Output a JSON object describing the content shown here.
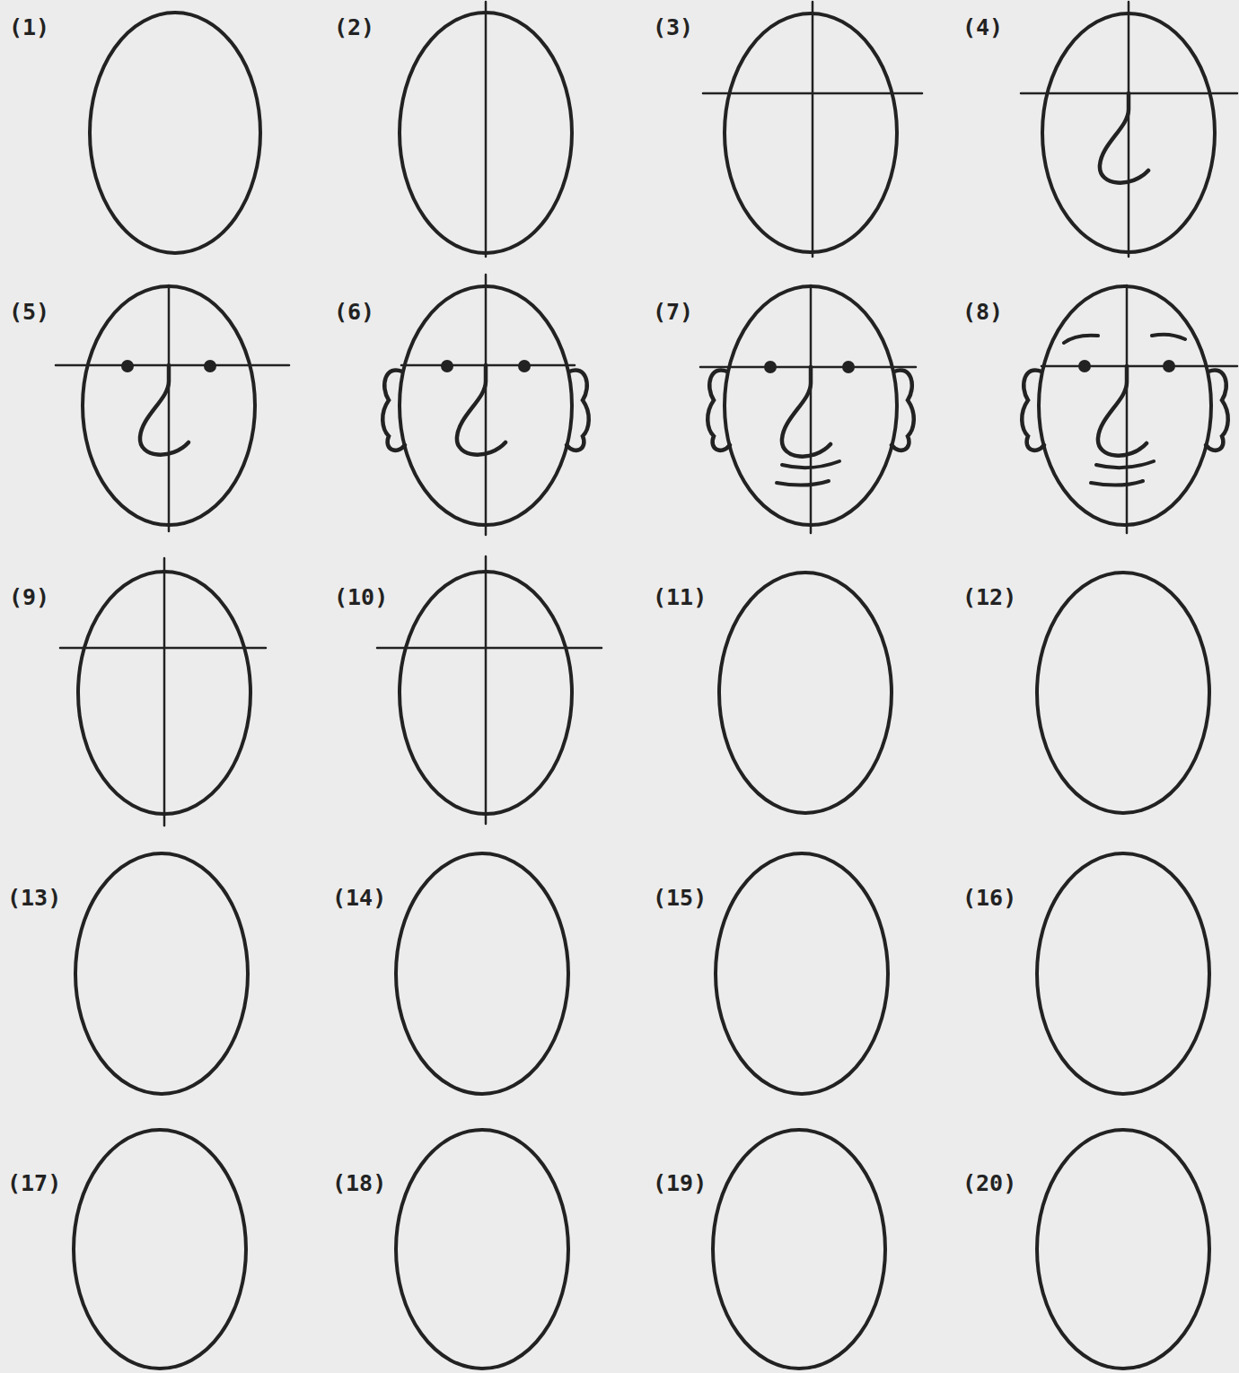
{
  "diagram": {
    "labels": [
      "(1)",
      "(2)",
      "(3)",
      "(4)",
      "(5)",
      "(6)",
      "(7)",
      "(8)",
      "(9)",
      "(10)",
      "(11)",
      "(12)",
      "(13)",
      "(14)",
      "(15)",
      "(16)",
      "(17)",
      "(18)",
      "(19)",
      "(20)"
    ]
  }
}
